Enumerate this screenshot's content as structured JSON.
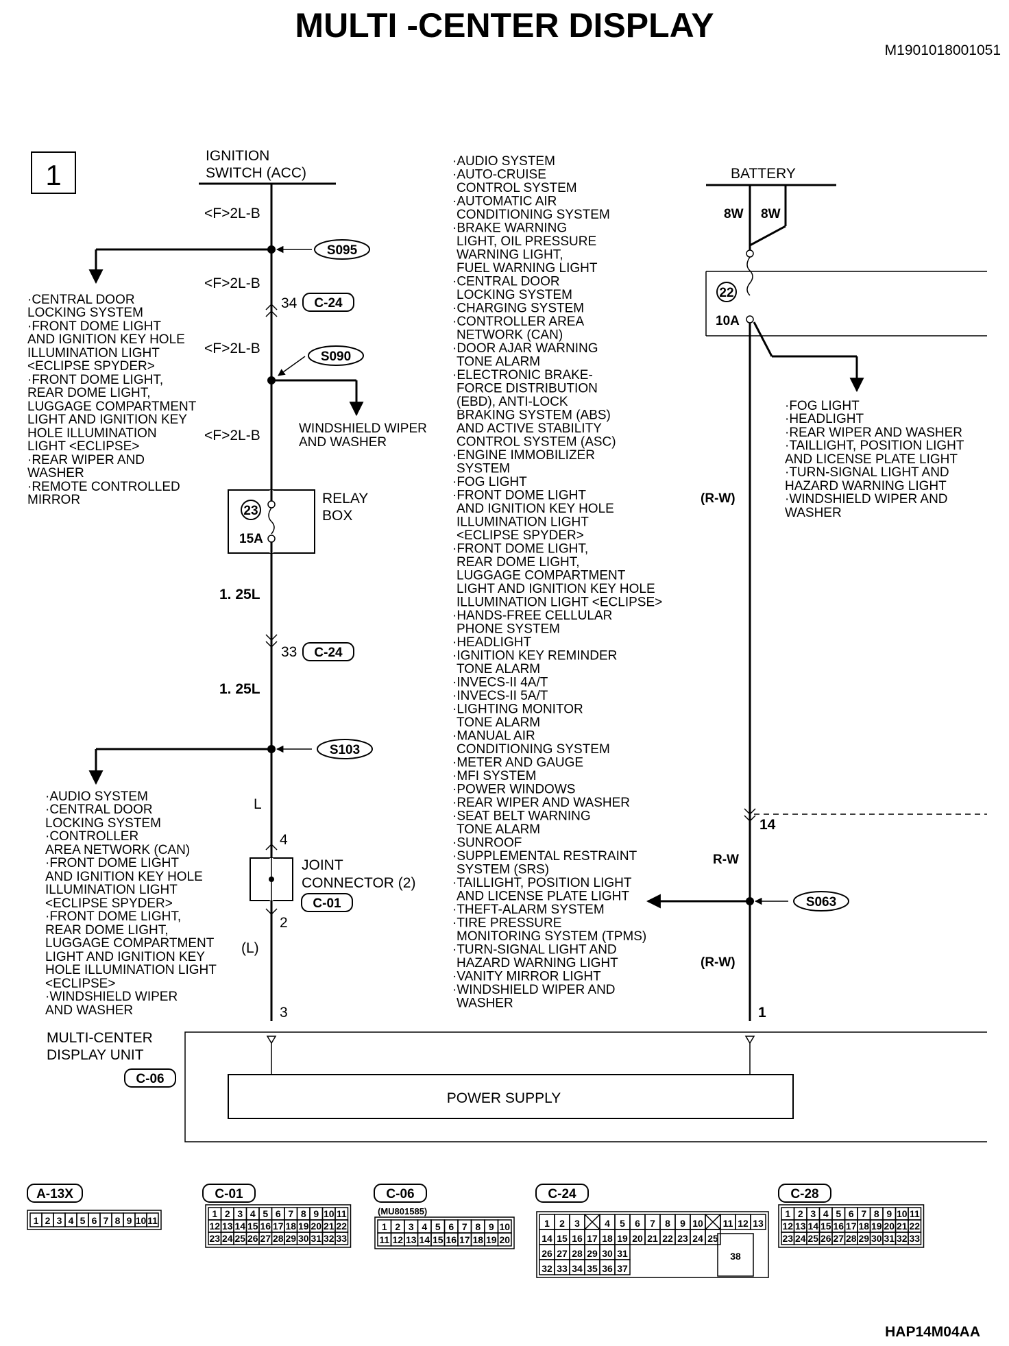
{
  "title": "MULTI -CENTER DISPLAY",
  "doc_code": "M1901018001051",
  "figure_code": "HAP14M04AA",
  "page_number": "1",
  "connectors": {
    "c24": "C-24",
    "c01": "C-01",
    "c06": "C-06"
  },
  "left": {
    "source_line1": "IGNITION",
    "source_line2": "SWITCH (ACC)",
    "wire_f": "<F>2L-B",
    "wire_125": "1. 25L",
    "wire_l": "L",
    "wire_paren_l": "(L)",
    "splices": [
      "S095",
      "S090",
      "S103"
    ],
    "pin_top": "34",
    "pin_mid": "33",
    "pin_bottom": "3",
    "fuse": {
      "number": "23",
      "rating": "15A"
    },
    "relay_box": [
      "RELAY",
      "BOX"
    ],
    "joint": {
      "name": [
        "JOINT",
        "CONNECTOR (2)"
      ],
      "pin_in": "4",
      "pin_out": "2"
    },
    "windshield_branch": [
      "WINDSHIELD WIPER",
      "AND WASHER"
    ],
    "branch_s095": [
      "·CENTRAL DOOR",
      "LOCKING SYSTEM",
      "·FRONT DOME LIGHT",
      "AND IGNITION KEY HOLE",
      "ILLUMINATION LIGHT",
      "<ECLIPSE SPYDER>",
      "·FRONT DOME LIGHT,",
      "REAR DOME LIGHT,",
      "LUGGAGE COMPARTMENT",
      "LIGHT AND IGNITION KEY",
      "HOLE ILLUMINATION",
      "LIGHT <ECLIPSE>",
      "·REAR WIPER AND",
      "WASHER",
      "·REMOTE CONTROLLED",
      "MIRROR"
    ],
    "branch_s103": [
      "·AUDIO SYSTEM",
      "·CENTRAL DOOR",
      "LOCKING SYSTEM",
      "·CONTROLLER",
      "AREA NETWORK (CAN)",
      "·FRONT DOME LIGHT",
      "AND IGNITION KEY HOLE",
      "ILLUMINATION LIGHT",
      "<ECLIPSE SPYDER>",
      "·FRONT DOME LIGHT,",
      "REAR DOME LIGHT,",
      "LUGGAGE COMPARTMENT",
      "LIGHT AND IGNITION KEY",
      "HOLE ILLUMINATION LIGHT",
      "<ECLIPSE>",
      "·WINDSHIELD WIPER",
      "AND WASHER"
    ]
  },
  "middle_list": [
    "·AUDIO SYSTEM",
    "·AUTO-CRUISE",
    "CONTROL SYSTEM",
    "·AUTOMATIC AIR",
    "CONDITIONING SYSTEM",
    "·BRAKE WARNING",
    "LIGHT, OIL PRESSURE",
    "WARNING LIGHT,",
    "FUEL WARNING LIGHT",
    "·CENTRAL DOOR",
    "LOCKING SYSTEM",
    "·CHARGING SYSTEM",
    "·CONTROLLER AREA",
    "NETWORK (CAN)",
    "·DOOR AJAR WARNING",
    "TONE ALARM",
    "·ELECTRONIC BRAKE-",
    "FORCE DISTRIBUTION",
    "(EBD), ANTI-LOCK",
    "BRAKING SYSTEM (ABS)",
    "AND ACTIVE STABILITY",
    "CONTROL SYSTEM (ASC)",
    "·ENGINE IMMOBILIZER",
    "SYSTEM",
    "·FOG LIGHT",
    "·FRONT DOME LIGHT",
    "AND IGNITION KEY HOLE",
    "ILLUMINATION LIGHT",
    "<ECLIPSE SPYDER>",
    "·FRONT DOME LIGHT,",
    "REAR DOME LIGHT,",
    "LUGGAGE COMPARTMENT",
    "LIGHT AND IGNITION KEY HOLE",
    "ILLUMINATION LIGHT <ECLIPSE>",
    "·HANDS-FREE CELLULAR",
    "PHONE SYSTEM",
    "·HEADLIGHT",
    "·IGNITION KEY REMINDER",
    "TONE ALARM",
    "·INVECS-II 4A/T",
    "·INVECS-II 5A/T",
    "·LIGHTING MONITOR",
    "TONE ALARM",
    "·MANUAL AIR",
    "CONDITIONING SYSTEM",
    "·METER AND GAUGE",
    "·MFI SYSTEM",
    "·POWER WINDOWS",
    "·REAR WIPER AND WASHER",
    "·SEAT BELT WARNING",
    "TONE ALARM",
    "·SUNROOF",
    "·SUPPLEMENTAL RESTRAINT",
    "SYSTEM (SRS)",
    "·TAILLIGHT, POSITION LIGHT",
    "AND LICENSE PLATE LIGHT",
    "·THEFT-ALARM SYSTEM",
    "·TIRE PRESSURE",
    "MONITORING SYSTEM (TPMS)",
    "·TURN-SIGNAL LIGHT AND",
    "HAZARD WARNING LIGHT",
    "·VANITY MIRROR LIGHT",
    "·WINDSHIELD WIPER AND",
    "WASHER"
  ],
  "right": {
    "source": "BATTERY",
    "wire_8w": "8W",
    "fuse": {
      "number": "22",
      "rating": "10A"
    },
    "wire_rw_paren": "(R-W)",
    "wire_rw": "R-W",
    "splice": "S063",
    "pin_mid": "14",
    "pin_bottom": "1",
    "branch_fuse": [
      "·FOG LIGHT",
      "·HEADLIGHT",
      "·REAR WIPER AND WASHER",
      "·TAILLIGHT, POSITION LIGHT",
      "AND LICENSE PLATE LIGHT",
      "·TURN-SIGNAL LIGHT AND",
      "HAZARD WARNING LIGHT",
      "·WINDSHIELD WIPER AND",
      "WASHER"
    ]
  },
  "unit": {
    "name": [
      "MULTI-CENTER",
      "DISPLAY UNIT"
    ],
    "block": "POWER SUPPLY"
  },
  "connector_diagrams": [
    {
      "id": "A-13X",
      "rows": [
        [
          "1",
          "2",
          "3",
          "4",
          "5",
          "6",
          "7",
          "8",
          "9",
          "10",
          "11"
        ]
      ]
    },
    {
      "id": "C-01",
      "rows": [
        [
          "1",
          "2",
          "3",
          "4",
          "5",
          "6",
          "7",
          "8",
          "9",
          "10",
          "11"
        ],
        [
          "12",
          "13",
          "14",
          "15",
          "16",
          "17",
          "18",
          "19",
          "20",
          "21",
          "22"
        ],
        [
          "23",
          "24",
          "25",
          "26",
          "27",
          "28",
          "29",
          "30",
          "31",
          "32",
          "33"
        ]
      ]
    },
    {
      "id": "C-06",
      "note": "(MU801585)",
      "rows": [
        [
          "1",
          "2",
          "3",
          "4",
          "5",
          "6",
          "7",
          "8",
          "9",
          "10"
        ],
        [
          "11",
          "12",
          "13",
          "14",
          "15",
          "16",
          "17",
          "18",
          "19",
          "20"
        ]
      ]
    },
    {
      "id": "C-24",
      "rows": [
        [
          "1",
          "2",
          "3",
          "X",
          "4",
          "5",
          "6",
          "7",
          "8",
          "9",
          "10",
          "X",
          "11",
          "12",
          "13"
        ],
        [
          "14",
          "15",
          "16",
          "17",
          "18",
          "19",
          "20",
          "21",
          "22",
          "23",
          "24",
          "25"
        ],
        [
          "26",
          "27",
          "28",
          "29",
          "30",
          "31"
        ],
        [
          "32",
          "33",
          "34",
          "35",
          "36",
          "37"
        ]
      ],
      "extra": "38"
    },
    {
      "id": "C-28",
      "rows": [
        [
          "1",
          "2",
          "3",
          "4",
          "5",
          "6",
          "7",
          "8",
          "9",
          "10",
          "11"
        ],
        [
          "12",
          "13",
          "14",
          "15",
          "16",
          "17",
          "18",
          "19",
          "20",
          "21",
          "22"
        ],
        [
          "23",
          "24",
          "25",
          "26",
          "27",
          "28",
          "29",
          "30",
          "31",
          "32",
          "33"
        ]
      ]
    }
  ]
}
